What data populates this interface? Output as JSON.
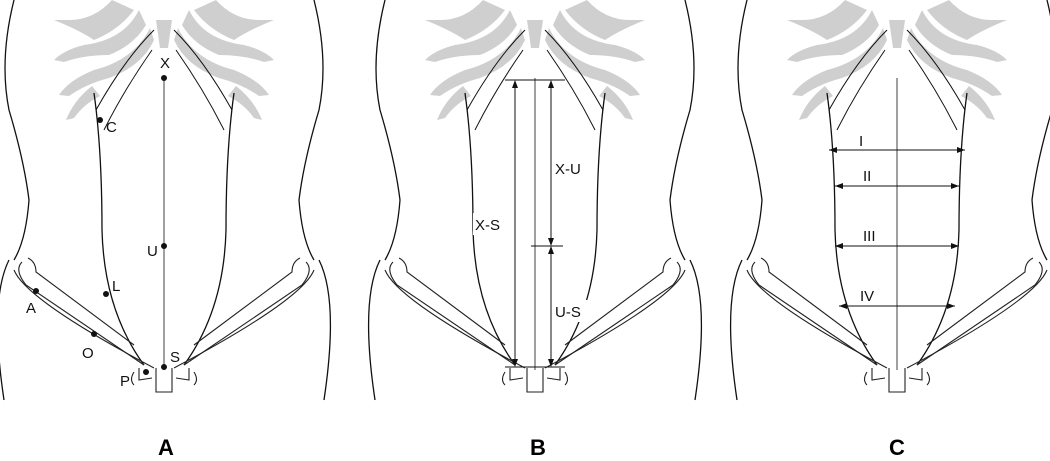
{
  "panels": {
    "a": {
      "caption": "A",
      "points": {
        "x": "X",
        "c": "C",
        "u": "U",
        "l": "L",
        "a": "A",
        "o": "O",
        "s": "S",
        "p": "P"
      }
    },
    "b": {
      "caption": "B",
      "measures": {
        "xs": "X-S",
        "xu": "X-U",
        "us": "U-S"
      }
    },
    "c": {
      "caption": "C",
      "levels": [
        "I",
        "II",
        "III",
        "IV"
      ]
    }
  }
}
